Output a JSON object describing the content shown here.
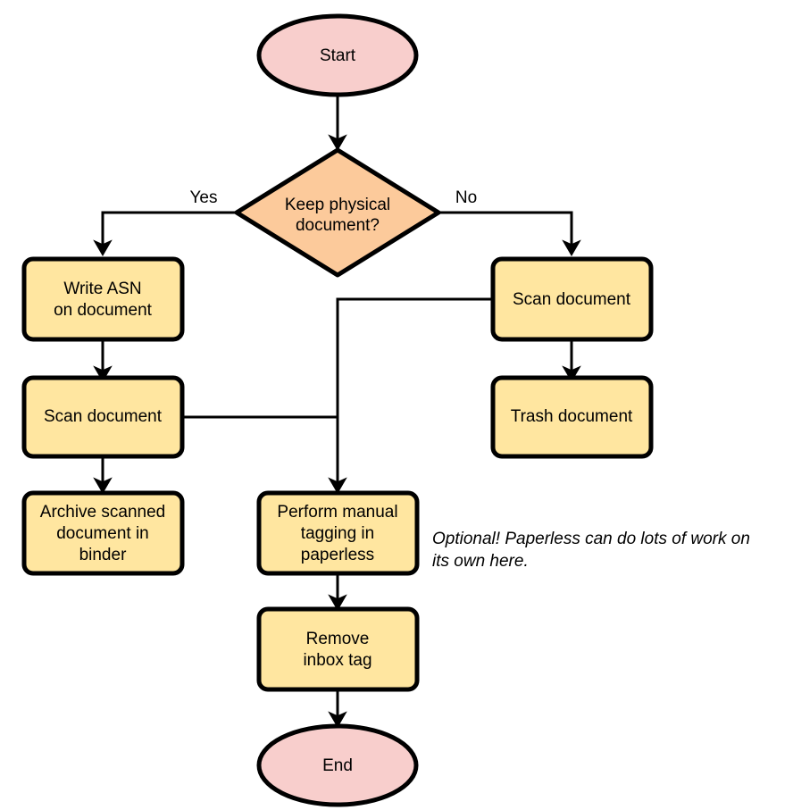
{
  "diagram": {
    "type": "flowchart",
    "title": "",
    "colors": {
      "terminator_fill": "#f8cecc",
      "process_fill": "#ffe6a0",
      "decision_fill": "#fcca9b",
      "stroke": "#000000",
      "background": "#ffffff",
      "text": "#000000"
    },
    "nodes": [
      {
        "id": "start",
        "kind": "terminator",
        "label": "Start"
      },
      {
        "id": "decide",
        "kind": "decision",
        "label_line1": "Keep physical",
        "label_line2": "document?"
      },
      {
        "id": "write",
        "kind": "process",
        "label_line1": "Write ASN",
        "label_line2": "on document"
      },
      {
        "id": "scanL",
        "kind": "process",
        "label_line1": "Scan document"
      },
      {
        "id": "archive",
        "kind": "process",
        "label_line1": "Archive scanned",
        "label_line2": "document in",
        "label_line3": "binder"
      },
      {
        "id": "scanR",
        "kind": "process",
        "label_line1": "Scan document"
      },
      {
        "id": "trash",
        "kind": "process",
        "label_line1": "Trash document"
      },
      {
        "id": "tagging",
        "kind": "process",
        "label_line1": "Perform manual",
        "label_line2": "tagging in",
        "label_line3": "paperless"
      },
      {
        "id": "remove",
        "kind": "process",
        "label_line1": "Remove",
        "label_line2": "inbox tag"
      },
      {
        "id": "end",
        "kind": "terminator",
        "label": "End"
      }
    ],
    "edge_labels": {
      "yes": "Yes",
      "no": "No"
    },
    "notes": {
      "optional_line1": "Optional! Paperless can do lots of work on",
      "optional_line2": "its own here."
    }
  }
}
